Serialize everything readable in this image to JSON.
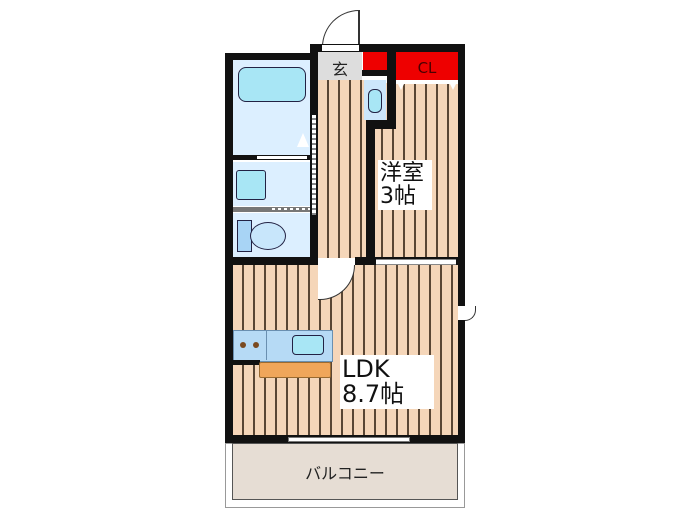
{
  "floorplan": {
    "type": "1LDK apartment floor plan",
    "rooms": {
      "entrance": {
        "label": "玄"
      },
      "closet": {
        "label": "CL"
      },
      "western_room": {
        "label_line1": "洋室",
        "label_line2": "3帖"
      },
      "ldk": {
        "label_line1": "LDK",
        "label_line2": "8.7帖"
      },
      "balcony": {
        "label": "バルコニー"
      }
    },
    "fixtures": [
      "bathtub",
      "washbasin",
      "toilet",
      "washing-machine-space",
      "kitchen-stove",
      "kitchen-sink",
      "kitchen-counter",
      "shoe-cabinet"
    ],
    "colors": {
      "wall": "#111111",
      "floor": "#f5d6b9",
      "floor_line": "#5a4634",
      "wet_area": "#dcefff",
      "fixture_blue": "#a8e6f5",
      "closet_red": "#ee0000",
      "entrance_gray": "#dddddd",
      "balcony": "#e6ddd4",
      "counter_orange": "#f0a65a"
    }
  }
}
